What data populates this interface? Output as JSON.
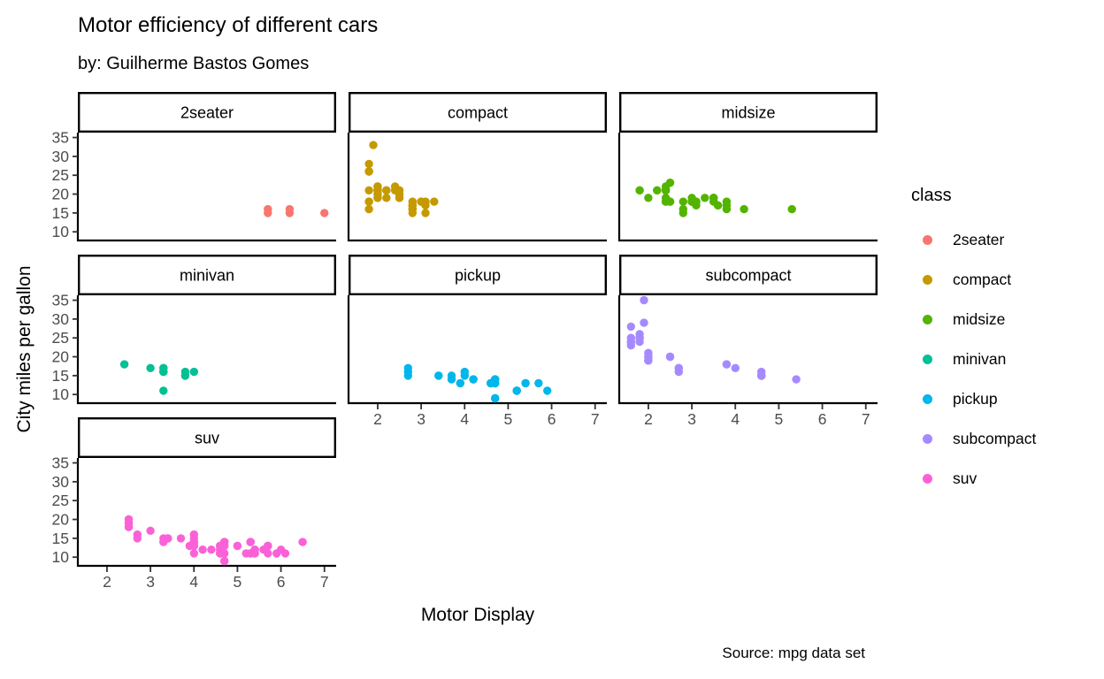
{
  "chart_data": {
    "type": "scatter",
    "title": "Motor efficiency of different cars",
    "subtitle": "by: Guilherme Bastos Gomes",
    "xlabel": "Motor Display",
    "ylabel": "City miles per gallon",
    "caption": "Source: mpg data set",
    "legend_title": "class",
    "legend_position": "right",
    "grid": false,
    "facet_columns": 3,
    "x_ticks": [
      2,
      3,
      4,
      5,
      6,
      7
    ],
    "y_ticks": [
      10,
      15,
      20,
      25,
      30,
      35
    ],
    "x_range": [
      1.33,
      7.27
    ],
    "y_range": [
      7.7,
      36.3
    ],
    "classes": [
      {
        "name": "2seater",
        "color": "#F8766D",
        "points": [
          [
            5.7,
            16
          ],
          [
            5.7,
            15
          ],
          [
            6.2,
            16
          ],
          [
            6.2,
            15
          ],
          [
            7.0,
            15
          ]
        ]
      },
      {
        "name": "compact",
        "color": "#C49A00",
        "points": [
          [
            1.8,
            18
          ],
          [
            1.8,
            21
          ],
          [
            2.0,
            20
          ],
          [
            2.0,
            21
          ],
          [
            2.8,
            16
          ],
          [
            2.8,
            18
          ],
          [
            3.1,
            18
          ],
          [
            1.8,
            18
          ],
          [
            1.8,
            16
          ],
          [
            2.0,
            20
          ],
          [
            2.0,
            19
          ],
          [
            2.8,
            15
          ],
          [
            2.8,
            17
          ],
          [
            3.1,
            17
          ],
          [
            3.1,
            15
          ],
          [
            2.2,
            21
          ],
          [
            2.2,
            21
          ],
          [
            2.4,
            21
          ],
          [
            2.4,
            22
          ],
          [
            3.0,
            18
          ],
          [
            3.0,
            18
          ],
          [
            3.3,
            18
          ],
          [
            1.8,
            26
          ],
          [
            1.8,
            28
          ],
          [
            1.8,
            26
          ],
          [
            1.8,
            26
          ],
          [
            1.8,
            26
          ],
          [
            2.0,
            21
          ],
          [
            2.0,
            22
          ],
          [
            2.0,
            19
          ],
          [
            2.0,
            21
          ],
          [
            2.8,
            17
          ],
          [
            1.9,
            33
          ],
          [
            2.0,
            21
          ],
          [
            2.0,
            22
          ],
          [
            2.0,
            21
          ],
          [
            2.0,
            22
          ],
          [
            2.5,
            21
          ],
          [
            2.5,
            21
          ],
          [
            2.8,
            16
          ],
          [
            2.8,
            17
          ],
          [
            2.2,
            21
          ],
          [
            2.2,
            19
          ],
          [
            2.5,
            19
          ],
          [
            2.5,
            19
          ],
          [
            2.5,
            20
          ],
          [
            2.5,
            20
          ]
        ]
      },
      {
        "name": "midsize",
        "color": "#53B400",
        "points": [
          [
            2.8,
            15
          ],
          [
            3.1,
            17
          ],
          [
            4.2,
            16
          ],
          [
            2.4,
            19
          ],
          [
            2.4,
            22
          ],
          [
            3.1,
            18
          ],
          [
            3.5,
            18
          ],
          [
            3.6,
            17
          ],
          [
            2.4,
            18
          ],
          [
            2.4,
            18
          ],
          [
            2.4,
            21
          ],
          [
            2.4,
            21
          ],
          [
            2.5,
            18
          ],
          [
            2.5,
            18
          ],
          [
            3.3,
            19
          ],
          [
            2.4,
            21
          ],
          [
            2.5,
            23
          ],
          [
            2.5,
            23
          ],
          [
            3.5,
            19
          ],
          [
            3.5,
            19
          ],
          [
            3.0,
            18
          ],
          [
            3.0,
            19
          ],
          [
            3.5,
            19
          ],
          [
            3.1,
            18
          ],
          [
            3.8,
            16
          ],
          [
            3.8,
            17
          ],
          [
            3.8,
            18
          ],
          [
            5.3,
            16
          ],
          [
            2.2,
            21
          ],
          [
            2.2,
            21
          ],
          [
            2.4,
            21
          ],
          [
            2.4,
            21
          ],
          [
            3.0,
            18
          ],
          [
            3.0,
            18
          ],
          [
            3.5,
            19
          ],
          [
            1.8,
            21
          ],
          [
            1.8,
            21
          ],
          [
            2.0,
            19
          ],
          [
            2.8,
            16
          ],
          [
            2.8,
            18
          ],
          [
            3.6,
            17
          ]
        ]
      },
      {
        "name": "minivan",
        "color": "#00C094",
        "points": [
          [
            2.4,
            18
          ],
          [
            3.0,
            17
          ],
          [
            3.3,
            16
          ],
          [
            3.3,
            16
          ],
          [
            3.3,
            17
          ],
          [
            3.3,
            17
          ],
          [
            3.3,
            11
          ],
          [
            3.8,
            15
          ],
          [
            3.8,
            15
          ],
          [
            3.8,
            16
          ],
          [
            4.0,
            16
          ]
        ]
      },
      {
        "name": "pickup",
        "color": "#00B6EB",
        "points": [
          [
            3.7,
            15
          ],
          [
            3.7,
            14
          ],
          [
            3.9,
            13
          ],
          [
            3.9,
            13
          ],
          [
            4.7,
            9
          ],
          [
            4.7,
            14
          ],
          [
            4.7,
            14
          ],
          [
            5.2,
            11
          ],
          [
            5.2,
            11
          ],
          [
            4.7,
            13
          ],
          [
            4.7,
            13
          ],
          [
            4.7,
            9
          ],
          [
            4.7,
            13
          ],
          [
            4.7,
            14
          ],
          [
            4.7,
            13
          ],
          [
            5.2,
            11
          ],
          [
            5.2,
            11
          ],
          [
            5.7,
            13
          ],
          [
            5.9,
            11
          ],
          [
            4.2,
            14
          ],
          [
            4.2,
            14
          ],
          [
            4.6,
            13
          ],
          [
            4.6,
            13
          ],
          [
            4.6,
            13
          ],
          [
            5.4,
            13
          ],
          [
            5.4,
            13
          ],
          [
            2.7,
            17
          ],
          [
            2.7,
            16
          ],
          [
            2.7,
            15
          ],
          [
            3.4,
            15
          ],
          [
            3.4,
            15
          ],
          [
            4.0,
            15
          ],
          [
            4.0,
            16
          ]
        ]
      },
      {
        "name": "subcompact",
        "color": "#A58AFF",
        "points": [
          [
            1.6,
            28
          ],
          [
            1.6,
            24
          ],
          [
            1.6,
            25
          ],
          [
            1.6,
            23
          ],
          [
            1.6,
            24
          ],
          [
            1.8,
            26
          ],
          [
            1.8,
            25
          ],
          [
            1.8,
            24
          ],
          [
            2.0,
            21
          ],
          [
            1.9,
            35
          ],
          [
            1.9,
            29
          ],
          [
            2.0,
            19
          ],
          [
            2.0,
            21
          ],
          [
            2.5,
            20
          ],
          [
            2.5,
            20
          ],
          [
            2.0,
            19
          ],
          [
            2.0,
            19
          ],
          [
            2.0,
            20
          ],
          [
            2.0,
            20
          ],
          [
            2.7,
            17
          ],
          [
            2.7,
            16
          ],
          [
            2.7,
            17
          ],
          [
            3.8,
            18
          ],
          [
            3.8,
            18
          ],
          [
            4.0,
            17
          ],
          [
            4.6,
            15
          ],
          [
            4.6,
            15
          ],
          [
            4.6,
            15
          ],
          [
            4.6,
            15
          ],
          [
            4.6,
            16
          ],
          [
            5.4,
            14
          ],
          [
            1.6,
            24
          ],
          [
            1.8,
            25
          ],
          [
            2.0,
            20
          ],
          [
            4.6,
            15
          ]
        ]
      },
      {
        "name": "suv",
        "color": "#FB61D7",
        "points": [
          [
            5.3,
            14
          ],
          [
            5.3,
            11
          ],
          [
            5.3,
            14
          ],
          [
            5.7,
            13
          ],
          [
            6.0,
            12
          ],
          [
            5.3,
            14
          ],
          [
            5.3,
            11
          ],
          [
            5.7,
            11
          ],
          [
            6.5,
            14
          ],
          [
            3.9,
            13
          ],
          [
            4.7,
            13
          ],
          [
            4.7,
            9
          ],
          [
            4.7,
            13
          ],
          [
            5.2,
            11
          ],
          [
            5.7,
            13
          ],
          [
            5.9,
            11
          ],
          [
            4.6,
            11
          ],
          [
            4.6,
            11
          ],
          [
            5.4,
            12
          ],
          [
            4.0,
            14
          ],
          [
            4.0,
            13
          ],
          [
            4.0,
            13
          ],
          [
            4.0,
            14
          ],
          [
            4.6,
            13
          ],
          [
            5.0,
            13
          ],
          [
            3.0,
            17
          ],
          [
            3.7,
            15
          ],
          [
            4.0,
            15
          ],
          [
            4.7,
            14
          ],
          [
            4.7,
            9
          ],
          [
            4.7,
            14
          ],
          [
            5.7,
            13
          ],
          [
            6.1,
            11
          ],
          [
            4.0,
            11
          ],
          [
            4.2,
            12
          ],
          [
            4.4,
            12
          ],
          [
            4.6,
            12
          ],
          [
            5.4,
            11
          ],
          [
            5.4,
            11
          ],
          [
            5.4,
            12
          ],
          [
            4.0,
            14
          ],
          [
            4.0,
            13
          ],
          [
            4.6,
            13
          ],
          [
            5.0,
            13
          ],
          [
            3.3,
            14
          ],
          [
            3.3,
            15
          ],
          [
            4.0,
            14
          ],
          [
            5.6,
            12
          ],
          [
            2.5,
            18
          ],
          [
            2.5,
            18
          ],
          [
            2.5,
            20
          ],
          [
            2.5,
            19
          ],
          [
            2.5,
            20
          ],
          [
            2.5,
            19
          ],
          [
            2.7,
            15
          ],
          [
            2.7,
            16
          ],
          [
            3.4,
            15
          ],
          [
            3.4,
            15
          ],
          [
            4.0,
            16
          ],
          [
            4.7,
            14
          ],
          [
            4.7,
            11
          ],
          [
            5.7,
            13
          ]
        ]
      }
    ]
  },
  "style": {
    "background": "#FFFFFF",
    "axis_line_color": "#000000",
    "tick_color": "#333333",
    "axis_text_color": "#4D4D4D",
    "strip_bg": "#FFFFFF",
    "strip_border_color": "#000000",
    "text_color": "#000000"
  }
}
